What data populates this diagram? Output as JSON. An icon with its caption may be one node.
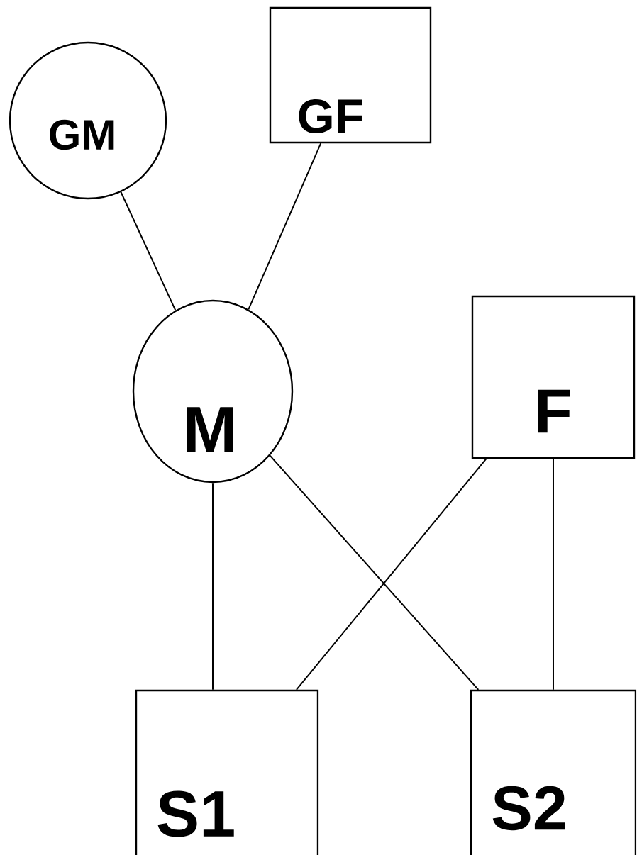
{
  "diagram": {
    "nodes": [
      {
        "text": [
          "GM"
        ]
      },
      {
        "text": [
          "GF"
        ]
      },
      {
        "text": [
          "M"
        ]
      },
      {
        "text": [
          "F"
        ]
      },
      {
        "text": [
          "S1"
        ]
      },
      {
        "text": [
          "S2"
        ]
      }
    ],
    "edges": [
      {
        "from": 0,
        "to": 2,
        "arrow": "none"
      },
      {
        "from": 1,
        "to": 2,
        "arrow": "none"
      },
      {
        "from": 2,
        "to": 4,
        "arrow": "none"
      },
      {
        "from": 2,
        "to": 5,
        "arrow": "none"
      },
      {
        "from": 3,
        "to": 4,
        "arrow": "none"
      },
      {
        "from": 3,
        "to": 5,
        "arrow": "none"
      }
    ]
  }
}
